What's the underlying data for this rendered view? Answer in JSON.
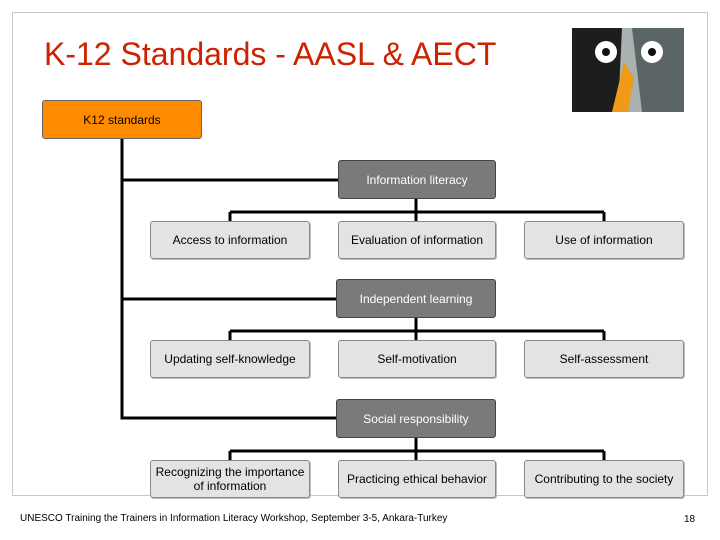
{
  "slide": {
    "title": "K-12 Standards - AASL & AECT",
    "footer": "UNESCO Training the Trainers in Information Literacy Workshop, September 3-5, Ankara-Turkey",
    "page_number": "18"
  },
  "diagram": {
    "root": "K12 standards",
    "categories": [
      {
        "label": "Information literacy",
        "children": [
          "Access to information",
          "Evaluation of information",
          "Use of information"
        ]
      },
      {
        "label": "Independent learning",
        "children": [
          "Updating self-knowledge",
          "Self-motivation",
          "Self-assessment"
        ]
      },
      {
        "label": "Social responsibility",
        "children": [
          "Recognizing the importance of information",
          "Practicing ethical behavior",
          "Contributing to the society"
        ]
      }
    ]
  },
  "colors": {
    "title": "#cc2200",
    "root_fill": "#ff8c00",
    "category_fill": "#7a7a7a",
    "leaf_fill": "#e3e3e3"
  }
}
